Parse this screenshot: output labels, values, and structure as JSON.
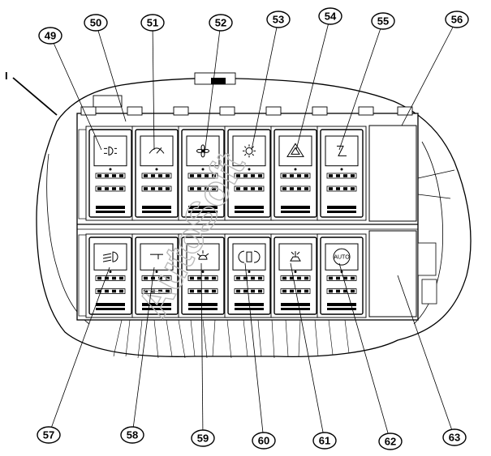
{
  "diagram": {
    "section_label": "I",
    "watermark": "AutoSoft",
    "top_callouts": [
      {
        "id": "c49",
        "label": "49"
      },
      {
        "id": "c50",
        "label": "50"
      },
      {
        "id": "c51",
        "label": "51"
      },
      {
        "id": "c52",
        "label": "52"
      },
      {
        "id": "c53",
        "label": "53"
      },
      {
        "id": "c54",
        "label": "54"
      },
      {
        "id": "c55",
        "label": "55"
      },
      {
        "id": "c56",
        "label": "56"
      }
    ],
    "bottom_callouts": [
      {
        "id": "c57",
        "label": "57"
      },
      {
        "id": "c58",
        "label": "58"
      },
      {
        "id": "c59",
        "label": "59"
      },
      {
        "id": "c60",
        "label": "60"
      },
      {
        "id": "c61",
        "label": "61"
      },
      {
        "id": "c62",
        "label": "62"
      },
      {
        "id": "c63",
        "label": "63"
      }
    ],
    "auto_switch_text": "AUTO"
  },
  "icons": {
    "top_row": [
      "parking-light-icon",
      "wiper-icon",
      "fan-icon",
      "work-light-icon",
      "hazard-warning-icon",
      "wiper-interval-icon"
    ],
    "bottom_row": [
      "headlight-icon",
      "flag-icon",
      "rotating-beacon-icon",
      "hazard-beam-icon",
      "spotlight-icon",
      "auto-mode-icon"
    ]
  }
}
